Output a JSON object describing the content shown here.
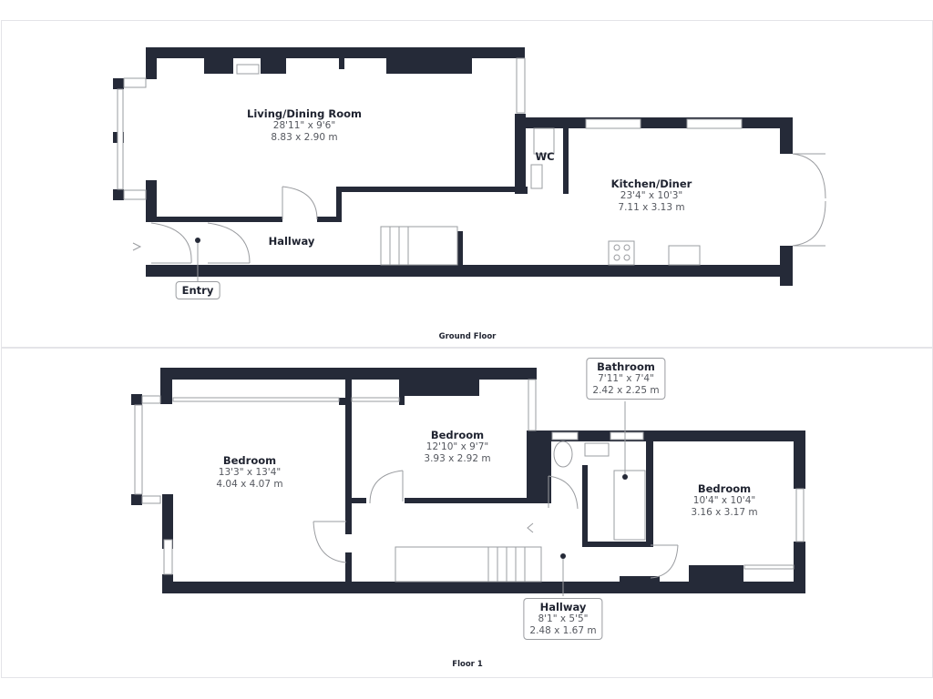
{
  "colors": {
    "wall": "#252a38",
    "line": "#9a9ca0",
    "text": "#1f2330",
    "dim": "#55585f"
  },
  "ground_floor": {
    "label": "Ground Floor",
    "rooms": [
      {
        "name": "Living/Dining Room",
        "imperial": "28'11\" x 9'6\"",
        "metric": "8.83 x 2.90 m"
      },
      {
        "name": "Kitchen/Diner",
        "imperial": "23'4\" x 10'3\"",
        "metric": "7.11 x 3.13 m"
      },
      {
        "name": "WC"
      },
      {
        "name": "Hallway"
      }
    ],
    "entry_label": "Entry"
  },
  "floor_1": {
    "label": "Floor 1",
    "rooms": [
      {
        "name": "Bedroom",
        "imperial": "13'3\" x 13'4\"",
        "metric": "4.04 x 4.07 m"
      },
      {
        "name": "Bedroom",
        "imperial": "12'10\" x 9'7\"",
        "metric": "3.93 x 2.92 m"
      },
      {
        "name": "Bedroom",
        "imperial": "10'4\" x 10'4\"",
        "metric": "3.16 x 3.17 m"
      },
      {
        "name": "Bathroom",
        "imperial": "7'11\" x 7'4\"",
        "metric": "2.42 x 2.25 m"
      },
      {
        "name": "Hallway",
        "imperial": "8'1\" x 5'5\"",
        "metric": "2.48 x 1.67 m"
      }
    ]
  }
}
